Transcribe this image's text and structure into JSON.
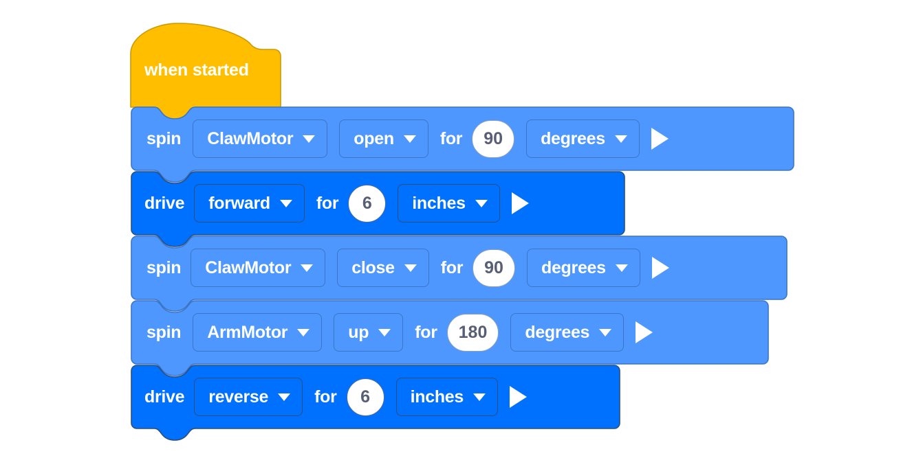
{
  "app": {
    "name": "VEX VR Block Programming Workspace",
    "background_color": "#ffffff"
  },
  "palette": {
    "hat_block_color": "#ffbf00",
    "hat_block_border": "#cc9900",
    "spin_block_color": "#4d97ff",
    "spin_block_border": "#3d75c4",
    "drive_block_color": "#0070ff",
    "drive_block_border": "#2b4f7d",
    "field_text_color": "#ffffff",
    "number_text_color": "#575e75",
    "number_fill_color": "#ffffff"
  },
  "script": {
    "hat": {
      "label": "when started",
      "icon": "hat-block-shape"
    },
    "blocks": [
      {
        "id": "spin-claw-open",
        "type": "spin",
        "style": "light",
        "command": "spin",
        "motor": "ClawMotor",
        "direction": "open",
        "for_label": "for",
        "amount": "90",
        "unit": "degrees",
        "run_icon": "play-arrow-icon"
      },
      {
        "id": "drive-forward-6",
        "type": "drive",
        "style": "dark",
        "command": "drive",
        "direction": "forward",
        "for_label": "for",
        "amount": "6",
        "unit": "inches",
        "run_icon": "play-arrow-icon"
      },
      {
        "id": "spin-claw-close",
        "type": "spin",
        "style": "light",
        "command": "spin",
        "motor": "ClawMotor",
        "direction": "close",
        "for_label": "for",
        "amount": "90",
        "unit": "degrees",
        "run_icon": "play-arrow-icon"
      },
      {
        "id": "spin-arm-up",
        "type": "spin",
        "style": "light",
        "command": "spin",
        "motor": "ArmMotor",
        "direction": "up",
        "for_label": "for",
        "amount": "180",
        "unit": "degrees",
        "run_icon": "play-arrow-icon"
      },
      {
        "id": "drive-reverse-6",
        "type": "drive",
        "style": "dark",
        "command": "drive",
        "direction": "reverse",
        "for_label": "for",
        "amount": "6",
        "unit": "inches",
        "run_icon": "play-arrow-icon"
      }
    ]
  }
}
